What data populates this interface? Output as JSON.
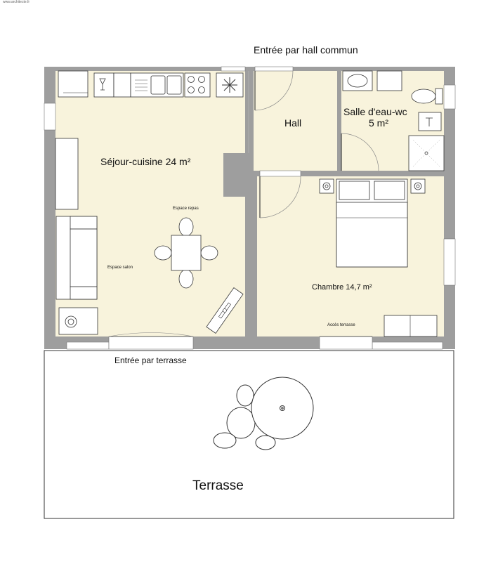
{
  "watermark": "www.architecte.fr",
  "entrances": {
    "hall": "Entrée par hall commun",
    "terrace": "Entrée par terrasse"
  },
  "rooms": {
    "sejour": "Séjour-cuisine 24 m²",
    "hall": "Hall",
    "sdb_line1": "Salle d'eau-wc",
    "sdb_line2": "5 m²",
    "chambre": "Chambre 14,7 m²",
    "terrasse": "Terrasse"
  },
  "zones": {
    "repas": "Espace repas",
    "salon": "Espace salon",
    "acces": "Accès terrasse"
  },
  "colors": {
    "wall": "#9e9e9e",
    "floor": "#f8f3dc",
    "furniture": "#ffffff",
    "line": "#333333"
  }
}
